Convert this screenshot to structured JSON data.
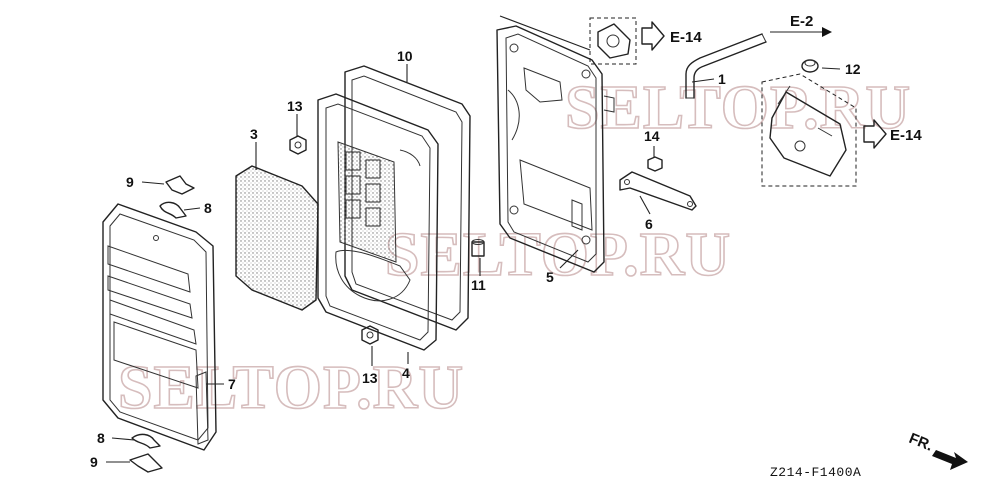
{
  "diagram": {
    "callouts": [
      {
        "id": "1",
        "label": "1"
      },
      {
        "id": "3",
        "label": "3"
      },
      {
        "id": "4",
        "label": "4"
      },
      {
        "id": "5",
        "label": "5"
      },
      {
        "id": "6",
        "label": "6"
      },
      {
        "id": "7",
        "label": "7"
      },
      {
        "id": "8a",
        "label": "8"
      },
      {
        "id": "8b",
        "label": "8"
      },
      {
        "id": "9a",
        "label": "9"
      },
      {
        "id": "9b",
        "label": "9"
      },
      {
        "id": "10",
        "label": "10"
      },
      {
        "id": "11",
        "label": "11"
      },
      {
        "id": "12",
        "label": "12"
      },
      {
        "id": "13a",
        "label": "13"
      },
      {
        "id": "13b",
        "label": "13"
      },
      {
        "id": "14",
        "label": "14"
      }
    ],
    "references": {
      "e14_top": "E-14",
      "e2": "E-2",
      "e14_right": "E-14"
    },
    "front_marker": "FR.",
    "figure_code": "Z214-F1400A",
    "watermark": "SELTOP.RU"
  }
}
